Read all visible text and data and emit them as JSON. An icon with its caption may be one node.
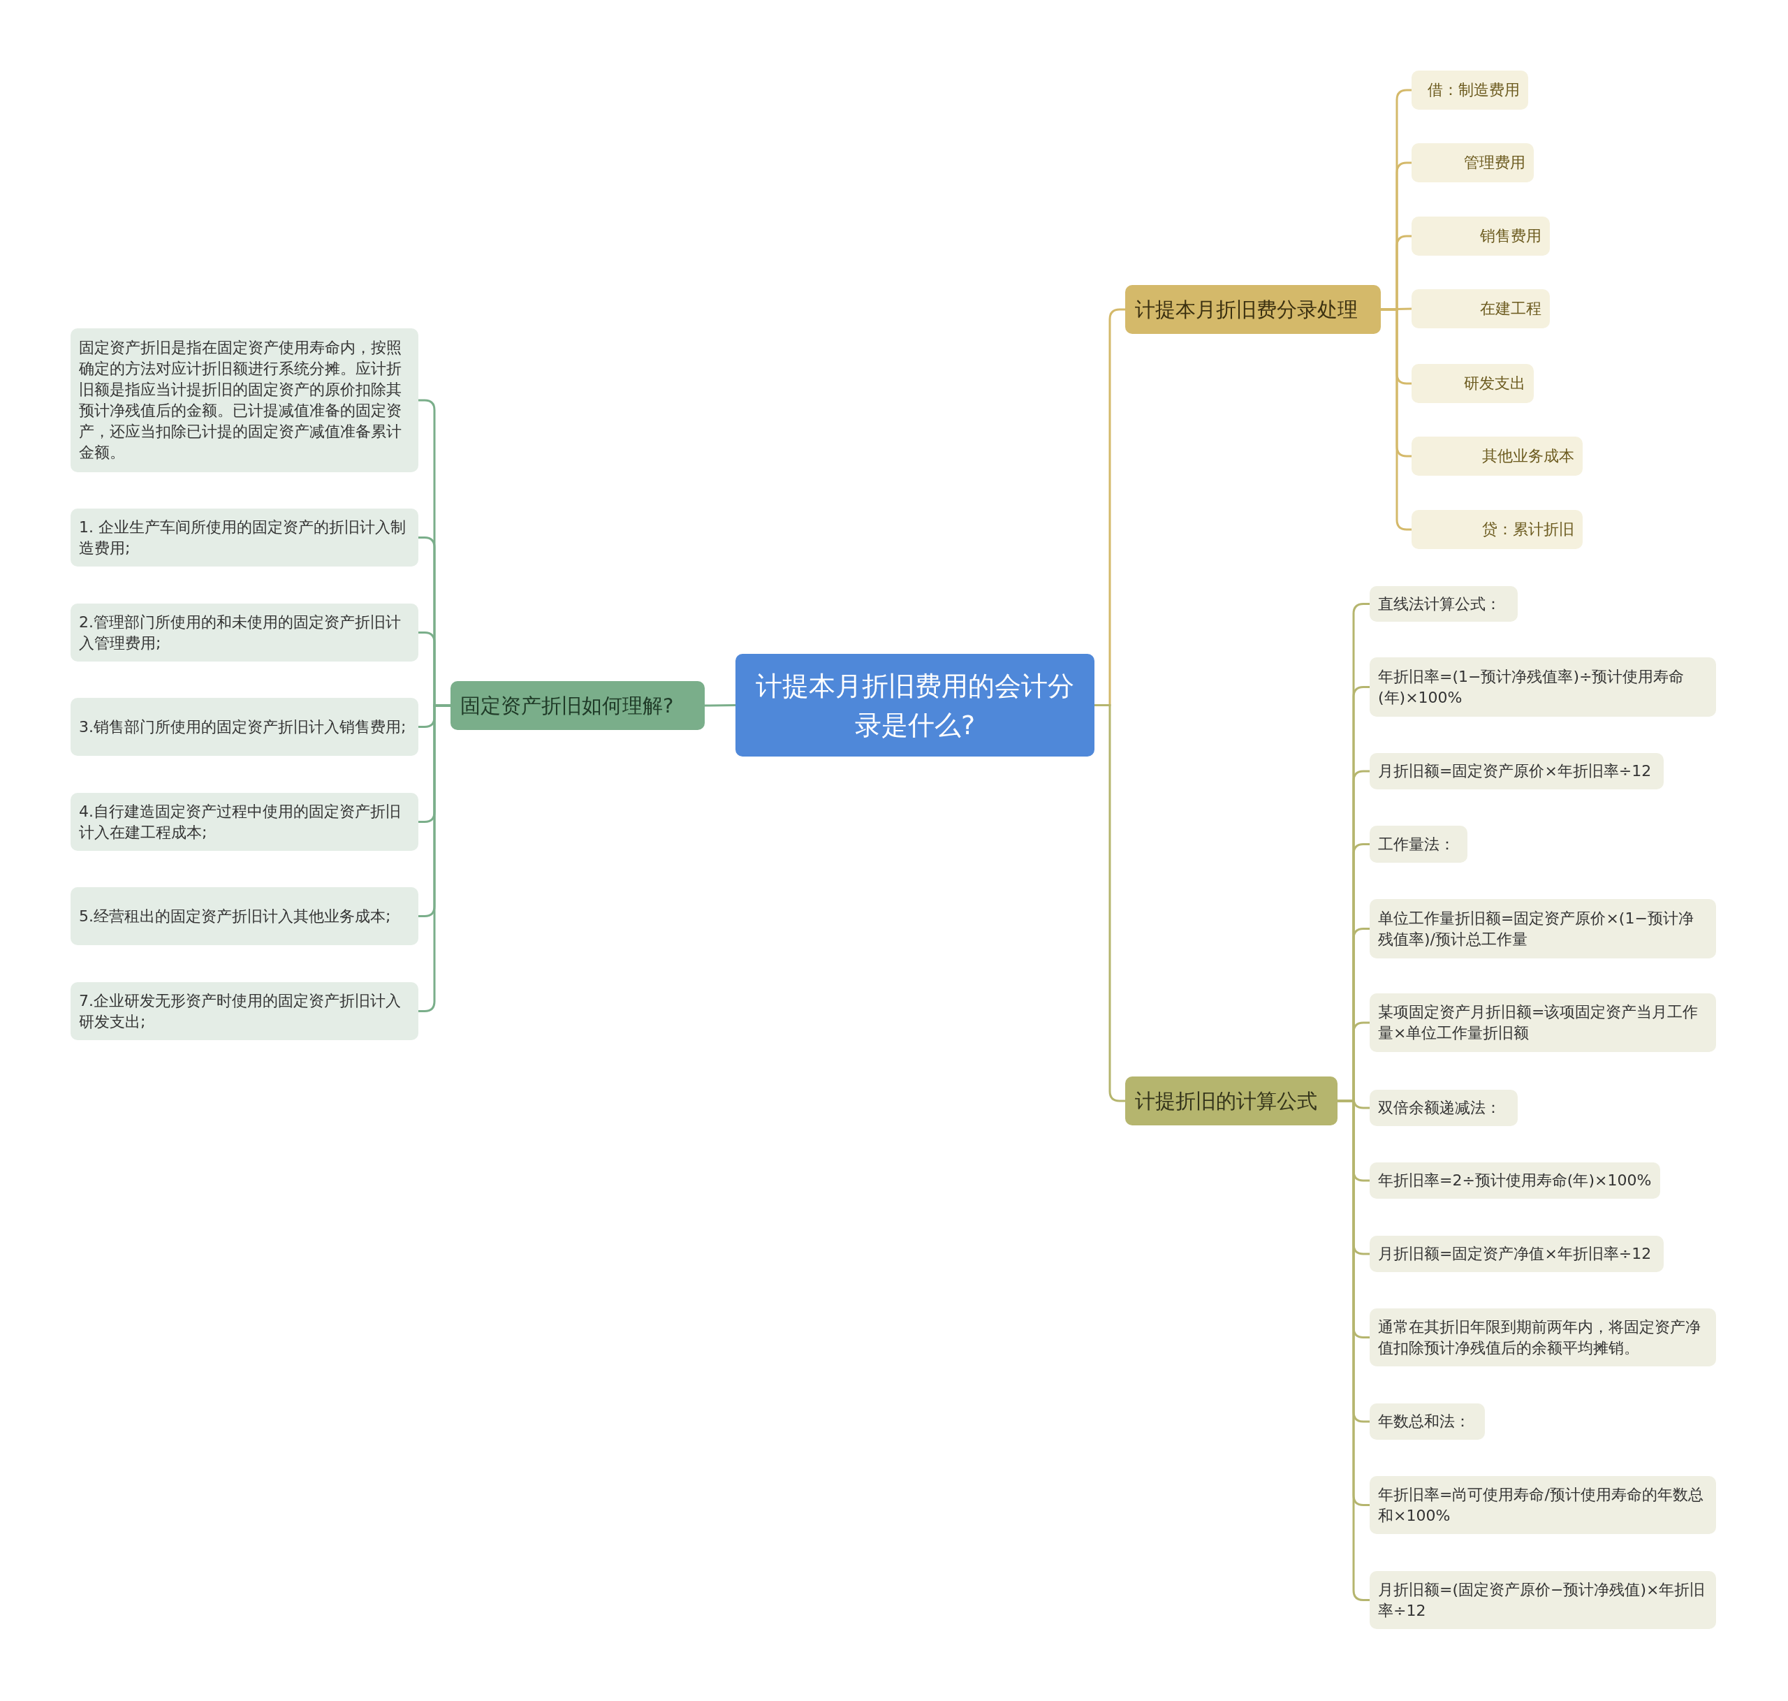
{
  "diagram": {
    "nodes": [
      {
        "text": [
          "计提本月折旧费用的会计分录是什么?"
        ]
      },
      {
        "text": [
          "固定资产折旧如何理解?"
        ]
      },
      {
        "text": [
          "固定资产折旧是指在固定资产使用寿命内，按照确定的方法对应计折旧额进行系统分摊。应计折旧额是指应当计提折旧的固定资产的原价扣除其预计净残值后的金额。已计提减值准备的固定资产，还应当扣除已计提的固定资产减值准备累计金额。"
        ]
      },
      {
        "text": [
          "1. 企业生产车间所使用的固定资产的折旧计入制造费用;"
        ]
      },
      {
        "text": [
          "2.管理部门所使用的和未使用的固定资产折旧计入管理费用;"
        ]
      },
      {
        "text": [
          "3.销售部门所使用的固定资产折旧计入销售费用;"
        ]
      },
      {
        "text": [
          "4.自行建造固定资产过程中使用的固定资产折旧计入在建工程成本;"
        ]
      },
      {
        "text": [
          "5.经营租出的固定资产折旧计入其他业务成本;"
        ]
      },
      {
        "text": [
          "7.企业研发无形资产时使用的固定资产折旧计入研发支出;"
        ]
      },
      {
        "text": [
          "计提本月折旧费分录处理"
        ]
      },
      {
        "text": [
          "借：制造费用"
        ]
      },
      {
        "text": [
          "管理费用"
        ]
      },
      {
        "text": [
          "销售费用"
        ]
      },
      {
        "text": [
          "在建工程"
        ]
      },
      {
        "text": [
          "研发支出"
        ]
      },
      {
        "text": [
          "其他业务成本"
        ]
      },
      {
        "text": [
          "贷：累计折旧"
        ]
      },
      {
        "text": [
          "计提折旧的计算公式"
        ]
      },
      {
        "text": [
          "直线法计算公式："
        ]
      },
      {
        "text": [
          "年折旧率=(1−预计净残值率)÷预计使用寿命(年)×100%"
        ]
      },
      {
        "text": [
          "月折旧额=固定资产原价×年折旧率÷12"
        ]
      },
      {
        "text": [
          "工作量法："
        ]
      },
      {
        "text": [
          "单位工作量折旧额=固定资产原价×(1−预计净残值率)/预计总工作量"
        ]
      },
      {
        "text": [
          "某项固定资产月折旧额=该项固定资产当月工作量×单位工作量折旧额"
        ]
      },
      {
        "text": [
          "双倍余额递减法："
        ]
      },
      {
        "text": [
          "年折旧率=2÷预计使用寿命(年)×100%"
        ]
      },
      {
        "text": [
          "月折旧额=固定资产净值×年折旧率÷12"
        ]
      },
      {
        "text": [
          "通常在其折旧年限到期前两年内，将固定资产净值扣除预计净残值后的余额平均摊销。"
        ]
      },
      {
        "text": [
          "年数总和法："
        ]
      },
      {
        "text": [
          "年折旧率=尚可使用寿命/预计使用寿命的年数总和×100%"
        ]
      },
      {
        "text": [
          "月折旧额=(固定资产原价−预计净残值)×年折旧率÷12"
        ]
      }
    ],
    "edges": [
      {
        "from": 0,
        "to": 1,
        "arrow": "none",
        "color": "#7aae8a"
      },
      {
        "from": 1,
        "to": 2,
        "arrow": "none",
        "color": "#7aae8a"
      },
      {
        "from": 1,
        "to": 3,
        "arrow": "none",
        "color": "#7aae8a"
      },
      {
        "from": 1,
        "to": 4,
        "arrow": "none",
        "color": "#7aae8a"
      },
      {
        "from": 1,
        "to": 5,
        "arrow": "none",
        "color": "#7aae8a"
      },
      {
        "from": 1,
        "to": 6,
        "arrow": "none",
        "color": "#7aae8a"
      },
      {
        "from": 1,
        "to": 7,
        "arrow": "none",
        "color": "#7aae8a"
      },
      {
        "from": 1,
        "to": 8,
        "arrow": "none",
        "color": "#7aae8a"
      },
      {
        "from": 0,
        "to": 9,
        "arrow": "none",
        "color": "#d4b96a"
      },
      {
        "from": 9,
        "to": 10,
        "arrow": "none",
        "color": "#d4b96a"
      },
      {
        "from": 9,
        "to": 11,
        "arrow": "none",
        "color": "#d4b96a"
      },
      {
        "from": 9,
        "to": 12,
        "arrow": "none",
        "color": "#d4b96a"
      },
      {
        "from": 9,
        "to": 13,
        "arrow": "none",
        "color": "#d4b96a"
      },
      {
        "from": 9,
        "to": 14,
        "arrow": "none",
        "color": "#d4b96a"
      },
      {
        "from": 9,
        "to": 15,
        "arrow": "none",
        "color": "#d4b96a"
      },
      {
        "from": 9,
        "to": 16,
        "arrow": "none",
        "color": "#d4b96a"
      },
      {
        "from": 0,
        "to": 17,
        "arrow": "none",
        "color": "#b5b56e"
      },
      {
        "from": 17,
        "to": 18,
        "arrow": "none",
        "color": "#b5b56e"
      },
      {
        "from": 17,
        "to": 19,
        "arrow": "none",
        "color": "#b5b56e"
      },
      {
        "from": 17,
        "to": 20,
        "arrow": "none",
        "color": "#b5b56e"
      },
      {
        "from": 17,
        "to": 21,
        "arrow": "none",
        "color": "#b5b56e"
      },
      {
        "from": 17,
        "to": 22,
        "arrow": "none",
        "color": "#b5b56e"
      },
      {
        "from": 17,
        "to": 23,
        "arrow": "none",
        "color": "#b5b56e"
      },
      {
        "from": 17,
        "to": 24,
        "arrow": "none",
        "color": "#b5b56e"
      },
      {
        "from": 17,
        "to": 25,
        "arrow": "none",
        "color": "#b5b56e"
      },
      {
        "from": 17,
        "to": 26,
        "arrow": "none",
        "color": "#b5b56e"
      },
      {
        "from": 17,
        "to": 27,
        "arrow": "none",
        "color": "#b5b56e"
      },
      {
        "from": 17,
        "to": 28,
        "arrow": "none",
        "color": "#b5b56e"
      },
      {
        "from": 17,
        "to": 29,
        "arrow": "none",
        "color": "#b5b56e"
      },
      {
        "from": 17,
        "to": 30,
        "arrow": "none",
        "color": "#b5b56e"
      }
    ]
  }
}
